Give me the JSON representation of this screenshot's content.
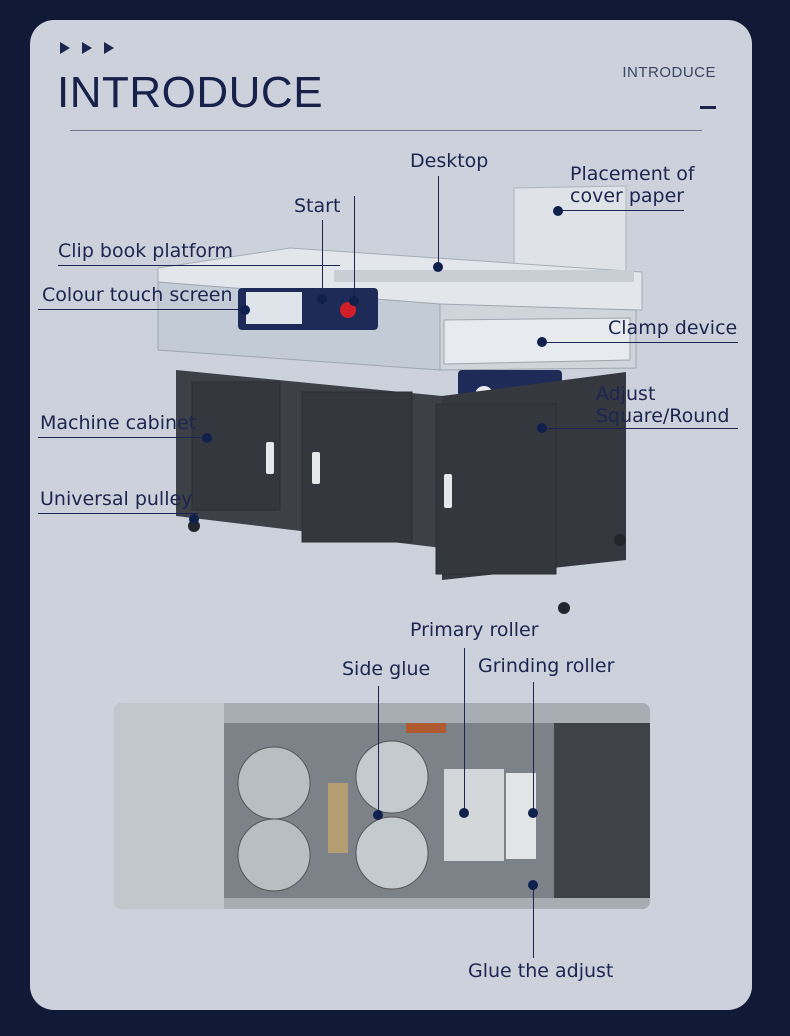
{
  "header": {
    "title": "INTRODUCE",
    "subtitle": "INTRODUCE"
  },
  "machine_labels": {
    "desktop": "Desktop",
    "cover_paper_line1": "Placement of",
    "cover_paper_line2": "cover paper",
    "start": "Start",
    "clip_book_platform": "Clip book platform",
    "colour_touch_screen": "Colour touch screen",
    "clamp_device": "Clamp device",
    "adjust_line1": "Adjust",
    "adjust_line2": "Square/Round",
    "machine_cabinet": "Machine cabinet",
    "universal_pulley": "Universal pulley"
  },
  "detail_labels": {
    "primary_roller": "Primary roller",
    "side_glue": "Side glue",
    "grinding_roller": "Grinding roller",
    "glue_the_adjust": "Glue the adjust"
  },
  "colors": {
    "background": "#101a36",
    "card": "#ccd1db",
    "ink": "#1b2550"
  }
}
